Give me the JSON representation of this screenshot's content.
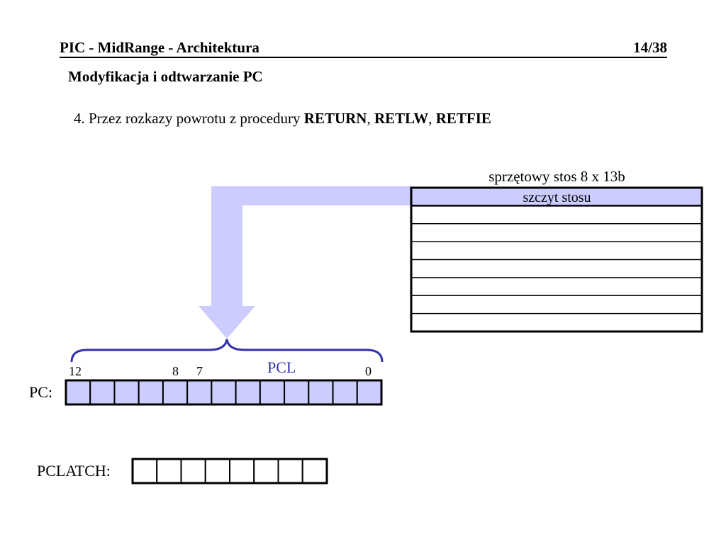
{
  "header": {
    "title": "PIC - MidRange - Architektura",
    "page": "14/38"
  },
  "subtitle": "Modyfikacja i odtwarzanie PC",
  "point": {
    "prefix": "4. Przez rozkazy powrotu z procedury ",
    "cmd1": "RETURN",
    "sep1": ", ",
    "cmd2": "RETLW",
    "sep2": ", ",
    "cmd3": "RETFIE"
  },
  "stack": {
    "caption": "sprzętowy stos 8 x 13b",
    "top_label": "szczyt stosu",
    "levels": 8,
    "top_fill": "#ccccff"
  },
  "pc": {
    "label": "PC:",
    "bits": 13,
    "bit_labels": {
      "b12": "12",
      "b8": "8",
      "b7": "7",
      "b0": "0"
    },
    "pcl_label": "PCL",
    "cell_fill": "#ccccff"
  },
  "pclatch": {
    "label": "PCLATCH:",
    "bits": 8
  },
  "colors": {
    "arrow": "#ccccff",
    "brace": "#3333aa",
    "pcl_text": "#3333aa",
    "outline": "#000000"
  }
}
